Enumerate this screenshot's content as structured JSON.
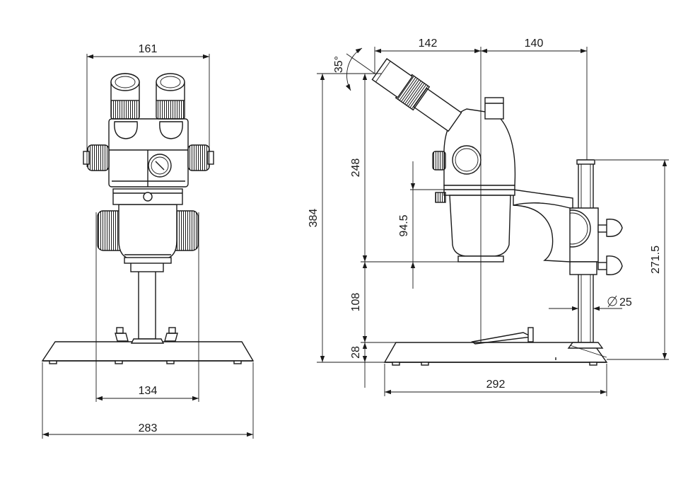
{
  "front_view": {
    "head_width": "161",
    "pillar_spacing": "134",
    "base_width": "283"
  },
  "side_view": {
    "eyepiece_angle": "35°",
    "width_to_axis": "142",
    "axis_to_back": "140",
    "total_height": "384",
    "head_height": "248",
    "focus_height": "94.5",
    "working_height": "108",
    "base_height": "28",
    "pillar_height": "271.5",
    "pillar_diameter": "25",
    "base_depth": "292"
  }
}
